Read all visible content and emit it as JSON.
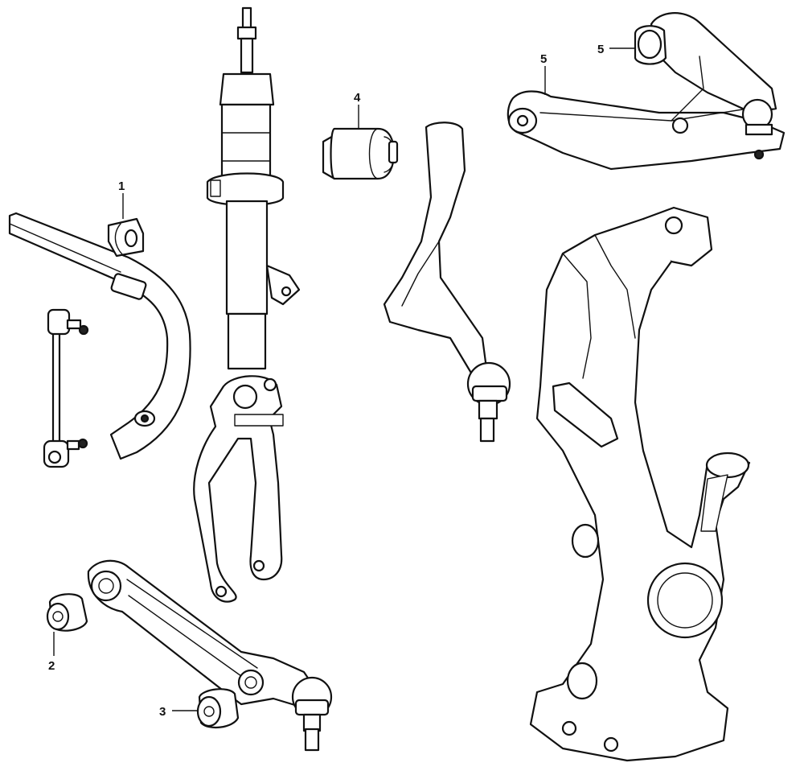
{
  "callouts": {
    "c1": "1",
    "c2": "2",
    "c3": "3",
    "c4": "4",
    "c5a": "5",
    "c5b": "5"
  },
  "colors": {
    "ink": "#111111",
    "paper": "#ffffff"
  }
}
